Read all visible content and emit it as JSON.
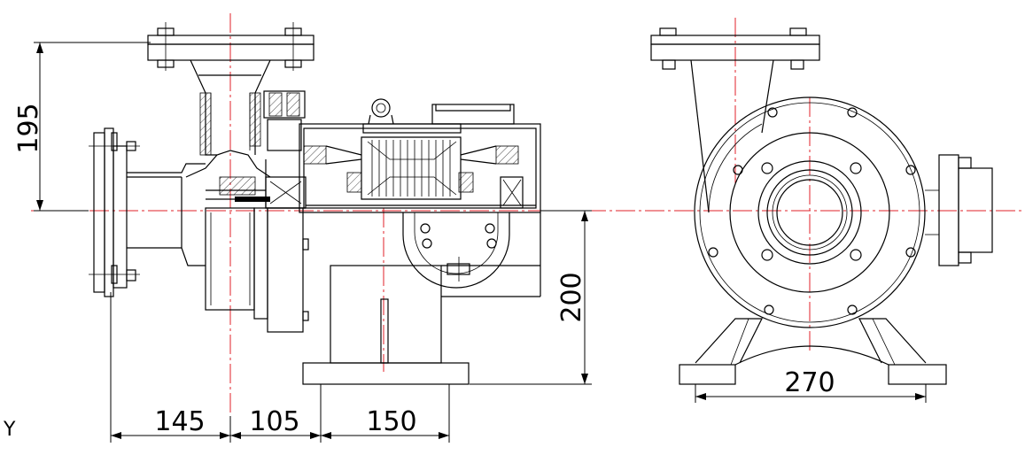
{
  "dimensions": {
    "height_upper": "195",
    "height_lower": "200",
    "width_a": "145",
    "width_b": "105",
    "width_c": "150",
    "base_width": "270"
  },
  "axis_label": "Y",
  "colors": {
    "line": "#000000",
    "centerline": "#e0202a"
  }
}
